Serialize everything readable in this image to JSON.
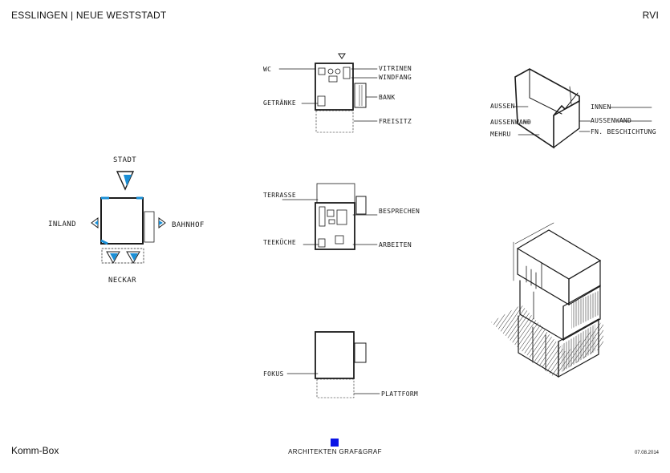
{
  "header": {
    "title": "ESSLINGEN | NEUE WESTSTADT",
    "code": "RVI"
  },
  "footer": {
    "project": "Komm-Box",
    "office": "ARCHITEKTEN  GRAF&GRAF",
    "date": "07.08.2014"
  },
  "site_plan": {
    "top": "STADT",
    "left": "INLAND",
    "right": "BAHNHOF",
    "bottom": "NECKAR"
  },
  "plan_ground": {
    "left": [
      "WC",
      "GETRÄNKE"
    ],
    "right": [
      "VITRINEN",
      "WINDFANG",
      "BANK",
      "FREISITZ"
    ]
  },
  "plan_upper": {
    "left": [
      "TERRASSE",
      "TEEKÜCHE"
    ],
    "right": [
      "BESPRECHEN",
      "ARBEITEN"
    ]
  },
  "plan_top": {
    "left": [
      "FOKUS"
    ],
    "right": [
      "PLATTFORM"
    ]
  },
  "module": {
    "left": [
      "AUSSEN",
      "AUSSENWAND",
      "MEHRU"
    ],
    "right": [
      "INNEN",
      "AUSSENWAND",
      "FN. BESCHICHTUNG"
    ]
  },
  "colors": {
    "accent": "#1a8fd6",
    "ink": "#1b1b1b",
    "logo": "#0a14e6"
  }
}
